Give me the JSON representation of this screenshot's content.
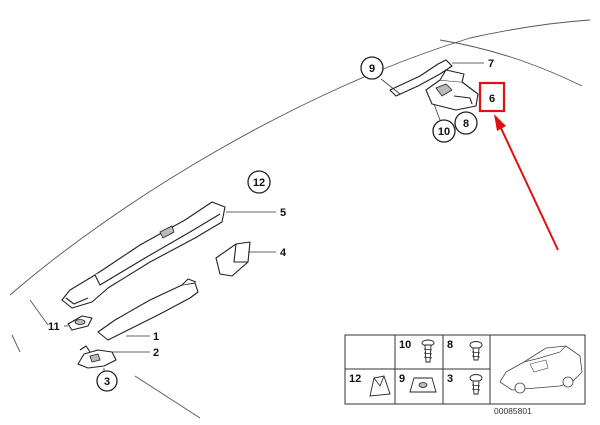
{
  "callouts": {
    "c1": "1",
    "c2": "2",
    "c3": "3",
    "c4": "4",
    "c5": "5",
    "c6": "6",
    "c7": "7",
    "c8": "8",
    "c9": "9",
    "c10": "10",
    "c11": "11",
    "c12": "12"
  },
  "inset": {
    "c10": "10",
    "c8": "8",
    "c12": "12",
    "c9": "9",
    "c3": "3"
  },
  "reference_number": "00085801",
  "colors": {
    "highlight": "#e01010",
    "lines": "#222222"
  }
}
